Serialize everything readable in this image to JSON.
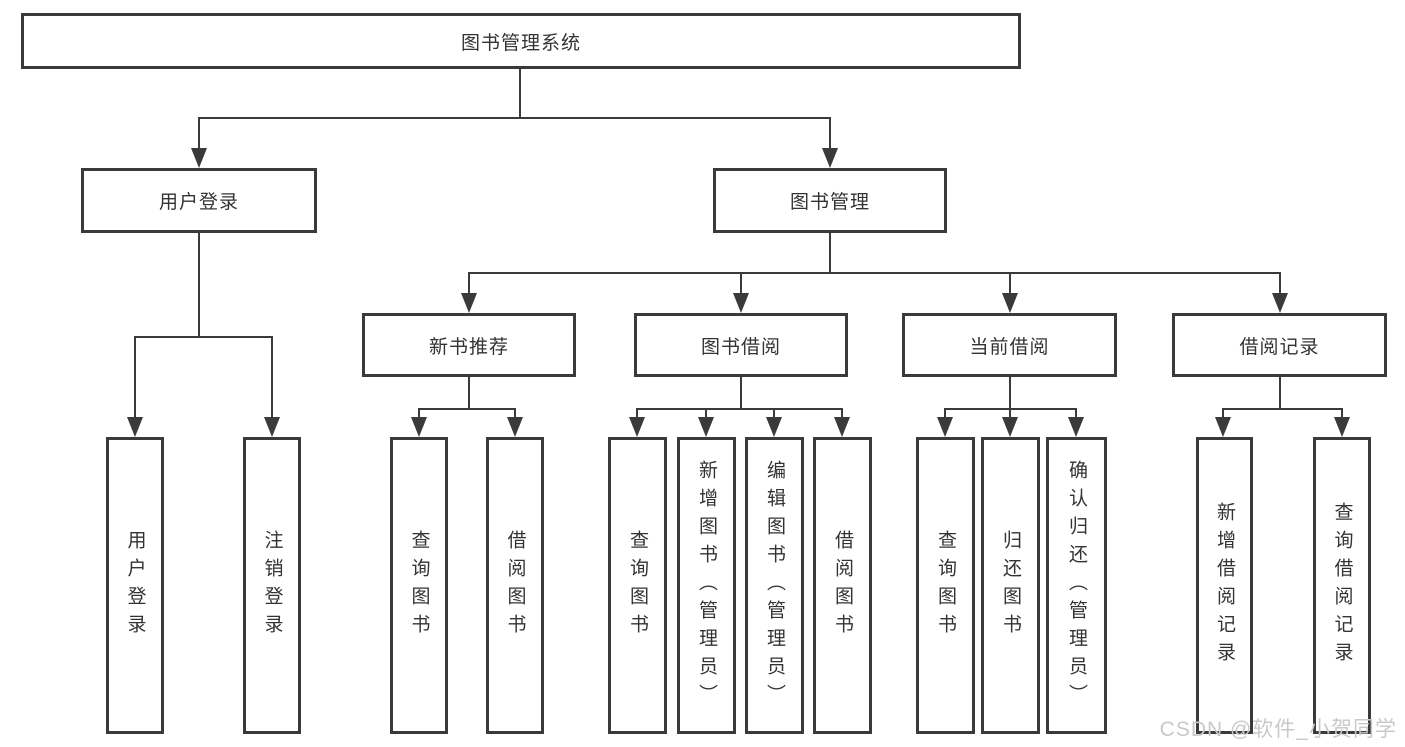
{
  "tree": {
    "root": "图书管理系统",
    "level1": [
      "用户登录",
      "图书管理"
    ],
    "level2": [
      "新书推荐",
      "图书借阅",
      "当前借阅",
      "借阅记录"
    ],
    "leaves": {
      "user_login": [
        "用户登录",
        "注销登录"
      ],
      "new_book": [
        "查询图书",
        "借阅图书"
      ],
      "book_borrow": [
        "查询图书",
        "新增图书（管理员）",
        "编辑图书（管理员）",
        "借阅图书"
      ],
      "current_borrow": [
        "查询图书",
        "归还图书",
        "确认归还（管理员）"
      ],
      "borrow_record": [
        "新增借阅记录",
        "查询借阅记录"
      ]
    }
  },
  "watermark": "CSDN @软件_小贺同学",
  "colors": {
    "line": "#3a3a3a",
    "text": "#333333",
    "watermark": "#c9c9c9",
    "background": "#ffffff"
  }
}
